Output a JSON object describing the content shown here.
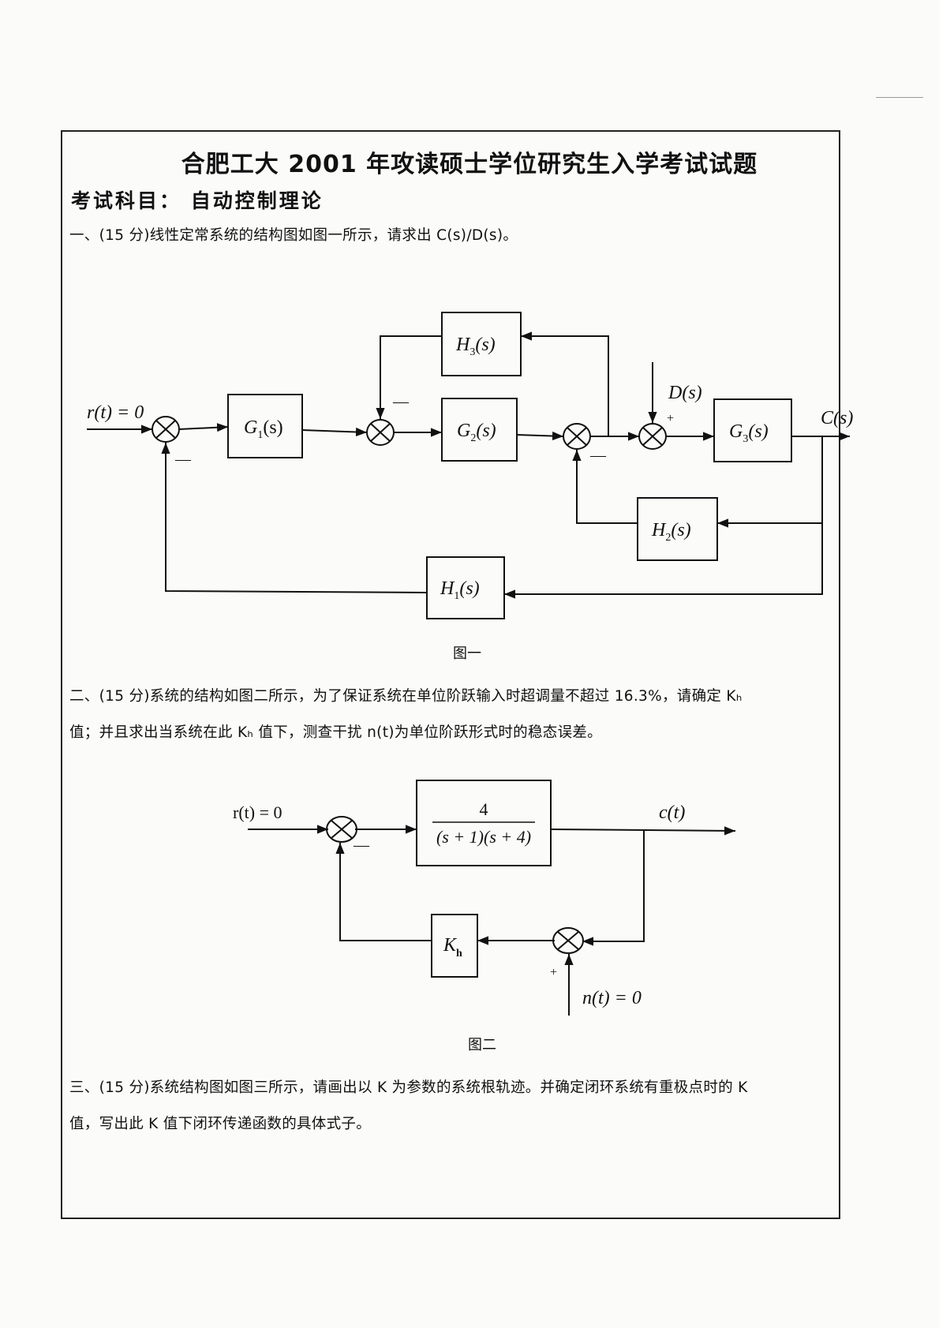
{
  "document": {
    "title": "合肥工大 2001 年攻读硕士学位研究生入学考试试题",
    "subject": "考试科目： 自动控制理论"
  },
  "questions": [
    {
      "number": "一",
      "points": "15 分",
      "lines": [
        "一、(15 分)线性定常系统的结构图如图一所示，请求出 C(s)/D(s)。"
      ]
    },
    {
      "number": "二",
      "points": "15 分",
      "lines": [
        "二、(15  分)系统的结构如图二所示，为了保证系统在单位阶跃输入时超调量不超过 16.3%，请确定 Kₕ",
        "值；并且求出当系统在此 Kₕ 值下，测查干扰 n(t)为单位阶跃形式时的稳态误差。"
      ]
    },
    {
      "number": "三",
      "points": "15 分",
      "lines": [
        "三、(15 分)系统结构图如图三所示，请画出以 K 为参数的系统根轨迹。并确定闭环系统有重极点时的 K",
        "值，写出此 K 值下闭环传递函数的具体式子。"
      ]
    }
  ],
  "figure1": {
    "caption": "图一",
    "input_label": "r(t) = 0",
    "output_label": "C(s)",
    "disturbance_label": "D(s)",
    "blocks": {
      "G1": {
        "name": "G",
        "sub": "1",
        "arg": "(s)"
      },
      "G2": {
        "name": "G",
        "sub": "2",
        "arg": "(s)"
      },
      "G3": {
        "name": "G",
        "sub": "3",
        "arg": "(s)"
      },
      "H1": {
        "name": "H",
        "sub": "1",
        "arg": "(s)"
      },
      "H2": {
        "name": "H",
        "sub": "2",
        "arg": "(s)"
      },
      "H3": {
        "name": "H",
        "sub": "3",
        "arg": "(s)"
      }
    },
    "signs": {
      "sum1_feedback": "—",
      "sum2_feedback": "—",
      "sum3_feedback": "—",
      "sum4_disturbance": "+"
    }
  },
  "figure2": {
    "caption": "图二",
    "input_label": "r(t) = 0",
    "output_label": "c(t)",
    "noise_label": "n(t) = 0",
    "forward_block": {
      "numerator": "4",
      "denominator": "(s + 1)(s + 4)"
    },
    "feedback_block": {
      "name": "K",
      "sub": "h"
    },
    "signs": {
      "sum1_feedback": "—",
      "sum2_noise": "+"
    }
  }
}
